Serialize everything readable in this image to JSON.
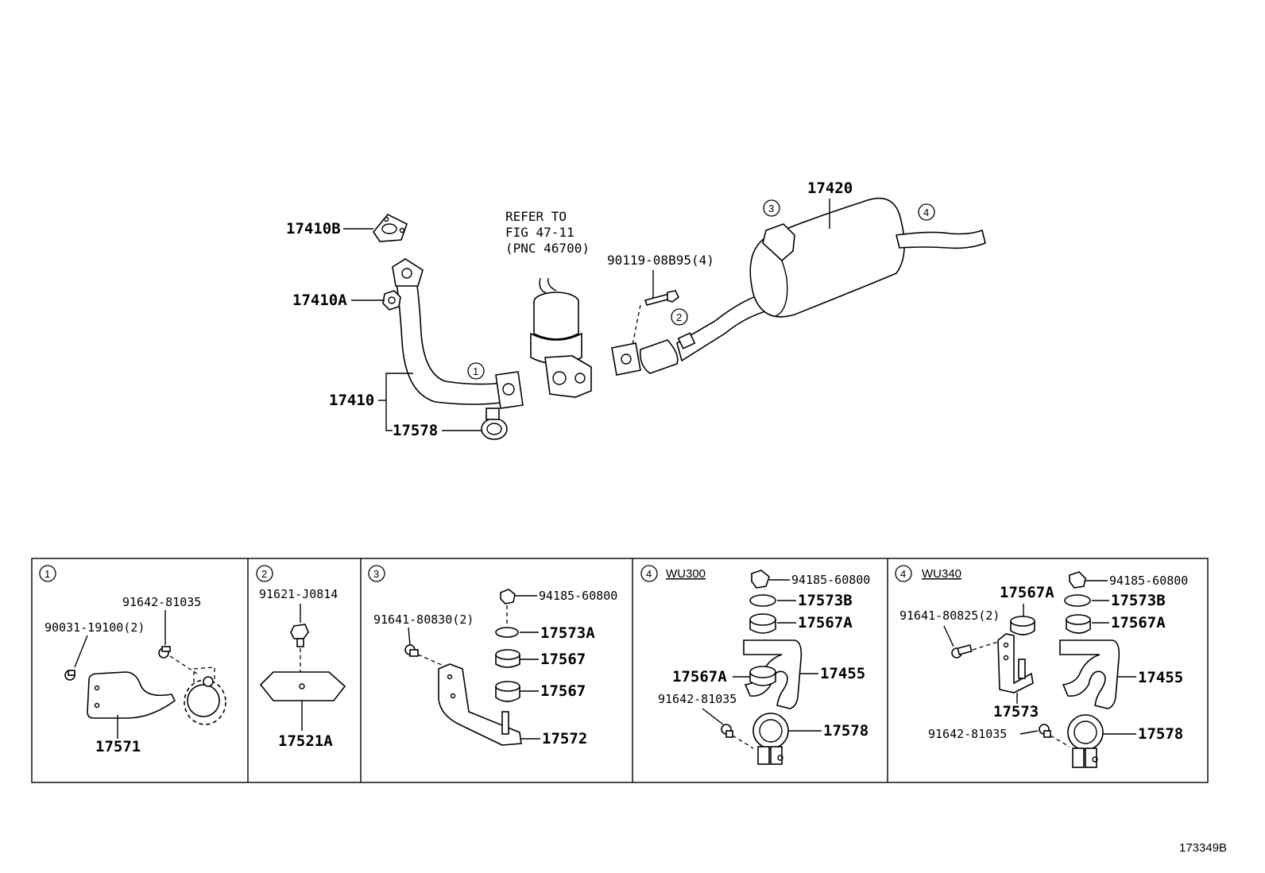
{
  "main": {
    "labels": {
      "p17410B": "17410B",
      "p17410A": "17410A",
      "p17410": "17410",
      "p17578": "17578",
      "refer1": "REFER TO",
      "refer2": "FIG 47-11",
      "refer3": "(PNC 46700)",
      "p90119": "90119-08B95(4)",
      "p17420": "17420"
    },
    "callouts": [
      "1",
      "2",
      "3",
      "4"
    ]
  },
  "details": {
    "d1": {
      "callout": "1",
      "labels": {
        "a": "91642-81035",
        "b": "90031-19100(2)",
        "c": "17571"
      }
    },
    "d2": {
      "callout": "2",
      "labels": {
        "a": "91621-J0814",
        "b": "17521A"
      }
    },
    "d3": {
      "callout": "3",
      "labels": {
        "a": "94185-60800",
        "b": "91641-80830(2)",
        "c": "17573A",
        "d": "17567",
        "e": "17567",
        "f": "17572"
      }
    },
    "d4": {
      "callout": "4",
      "header": "WU300",
      "labels": {
        "a": "94185-60800",
        "b": "17573B",
        "c": "17567A",
        "d": "17567A",
        "e": "17455",
        "f": "91642-81035",
        "g": "17578"
      }
    },
    "d5": {
      "callout": "4",
      "header": "WU340",
      "labels": {
        "a": "94185-60800",
        "b": "17567A",
        "c": "17573B",
        "d": "91641-80825(2)",
        "e": "17567A",
        "f": "17455",
        "g": "17573",
        "h": "91642-81035",
        "i": "17578"
      }
    }
  },
  "footer": {
    "diagram_id": "173349B"
  }
}
